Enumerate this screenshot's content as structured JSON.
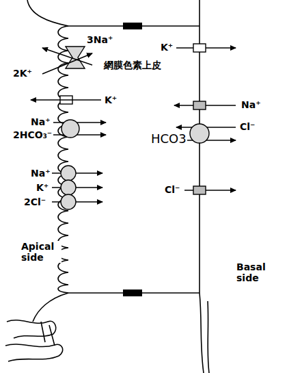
{
  "diagram": {
    "nodes": [
      {
        "text": [
          "網膜色素上皮"
        ]
      }
    ],
    "labels": [
      "3Na⁺",
      "2K⁺",
      "K⁺",
      "Na⁺",
      "2HCO₃⁻",
      "Na⁺",
      "K⁺",
      "2Cl⁻",
      "Apical side",
      "K⁺",
      "Na⁺",
      "Cl⁻",
      "HCO3",
      "Cl⁻",
      "Basal side"
    ]
  }
}
